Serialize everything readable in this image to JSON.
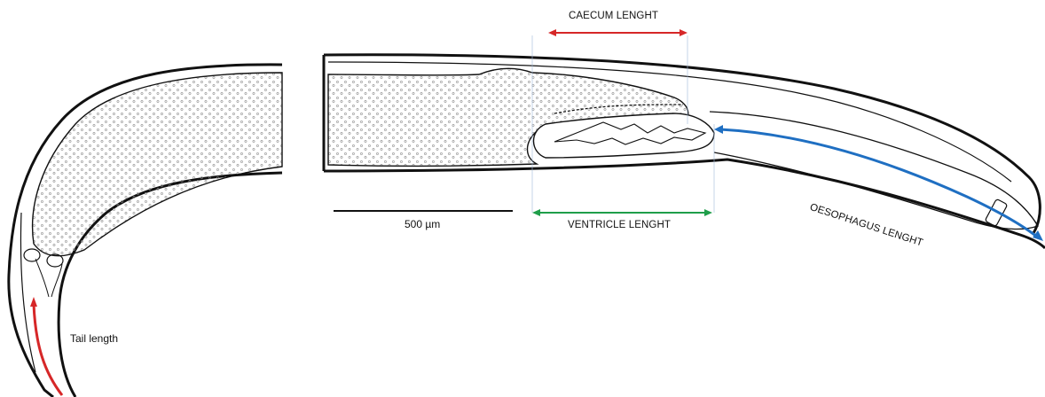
{
  "labels": {
    "caecum_length": "CAECUM LENGHT",
    "ventricle_length": "VENTRICLE LENGHT",
    "oesophagus_length": "OESOPHAGUS LENGHT",
    "tail_length": "Tail length",
    "scale_bar": "500 µm"
  },
  "colors": {
    "caecum_arrow": "#d62728",
    "ventricle_arrow": "#1f9e4a",
    "oesophagus_arrow": "#1f6fc2",
    "tail_arrow": "#d62728",
    "outline": "#111111",
    "stipple": "#8a8a8a"
  }
}
